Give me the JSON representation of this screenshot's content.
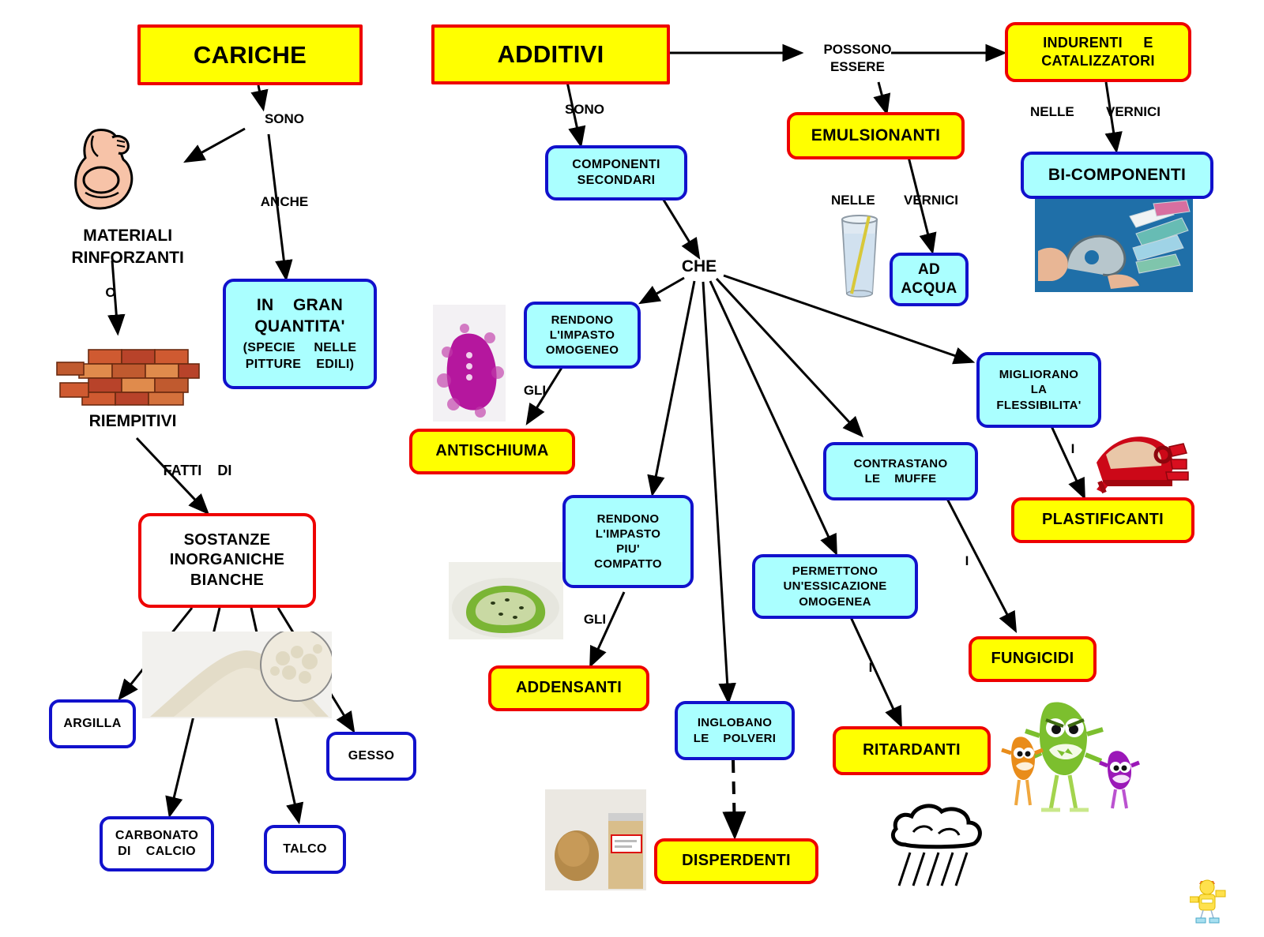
{
  "map": {
    "title_left": "CARICHE",
    "title_center": "ADDITIVI"
  },
  "nodes": {
    "cariche": "CARICHE",
    "additivi": "ADDITIVI",
    "in_gran_quantita": [
      "IN    GRAN",
      "QUANTITA'",
      "(SPECIE     NELLE",
      "PITTURE    EDILI)"
    ],
    "sostanze": [
      "SOSTANZE",
      "INORGANICHE",
      "BIANCHE"
    ],
    "argilla": "ARGILLA",
    "carbonato": [
      "CARBONATO",
      "DI    CALCIO"
    ],
    "talco": "TALCO",
    "gesso": "GESSO",
    "componenti_secondari": [
      "COMPONENTI",
      "SECONDARI"
    ],
    "rendono_omogeneo": [
      "RENDONO",
      "L'IMPASTO",
      "OMOGENEO"
    ],
    "antischiuma": "ANTISCHIUMA",
    "rendono_compatto": [
      "RENDONO",
      "L'IMPASTO",
      "PIU'",
      "COMPATTO"
    ],
    "addensanti": "ADDENSANTI",
    "inglobano": [
      "INGLOBANO",
      "LE    POLVERI"
    ],
    "disperdenti": "DISPERDENTI",
    "permettono": [
      "PERMETTONO",
      "UN'ESSICAZIONE",
      "OMOGENEA"
    ],
    "ritardanti": "RITARDANTI",
    "contrastano": [
      "CONTRASTANO",
      "LE    MUFFE"
    ],
    "fungicidi": "FUNGICIDI",
    "migliorano": [
      "MIGLIORANO",
      "LA",
      "FLESSIBILITA'"
    ],
    "plastificanti": "PLASTIFICANTI",
    "emulsionanti": "EMULSIONANTI",
    "ad_acqua": [
      "AD",
      "ACQUA"
    ],
    "indurenti": [
      "INDURENTI     E",
      "CATALIZZATORI"
    ],
    "bi_componenti": "BI-COMPONENTI"
  },
  "free_labels": {
    "materiali_rinforzanti": [
      "MATERIALI",
      "RINFORZANTI"
    ],
    "riempitivi": "RIEMPITIVI",
    "che": "CHE",
    "possono_essere": [
      "POSSONO",
      "ESSERE"
    ]
  },
  "link_labels": {
    "sono_left": "SONO",
    "anche": "ANCHE",
    "o": "O",
    "fatti_di": "FATTI    DI",
    "sono_center": "SONO",
    "gli_1": "GLI",
    "gli_2": "GLI",
    "i_muffe": "I",
    "i_essicazione": "I",
    "i_flessibilita": "I",
    "nelle_vernici_emuls": [
      "NELLE",
      "VERNICI"
    ],
    "nelle_vernici_indur": [
      "NELLE",
      "VERNICI"
    ]
  },
  "images": {
    "arm": "flexed-arm-image",
    "bricks": "bricks-image",
    "powder": "white-powder-image",
    "magenta": "magenta-foam-image",
    "food": "green-thickener-food-image",
    "powders_jar": "brown-powder-jar-image",
    "glass_water": "glass-of-water-image",
    "bicomponent": "bi-component-hands-image",
    "red_shoes": "red-shoes-image",
    "rain_cloud": "rain-cloud-image",
    "germs": "cartoon-germs-image",
    "stick_figure": "stick-figure-logo"
  },
  "colors": {
    "yellow_fill": "#ffff00",
    "red_border": "#ee0000",
    "cyan_fill": "#aaffff",
    "blue_border": "#1111cc",
    "white_fill": "#ffffff",
    "line": "#000000"
  }
}
